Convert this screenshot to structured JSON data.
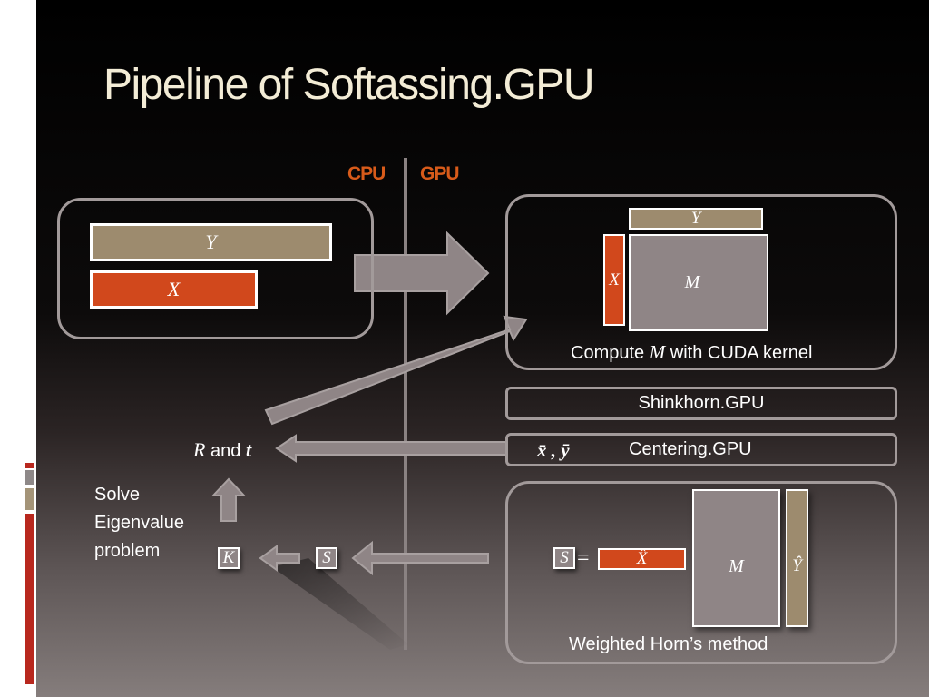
{
  "slide": {
    "title": "Pipeline of Softassing.GPU"
  },
  "divider": {
    "cpu_label": "CPU",
    "gpu_label": "GPU"
  },
  "input_panel": {
    "y_label": "Y",
    "x_label": "X"
  },
  "kernel_panel": {
    "y_label": "Y",
    "x_label": "X",
    "m_label": "M",
    "caption_prefix": "Compute ",
    "caption_var": "M",
    "caption_suffix": " with CUDA kernel"
  },
  "shinkhorn_bar": {
    "label": "Shinkhorn.GPU"
  },
  "centering_bar": {
    "vars": "x̄ , ȳ",
    "label": "Centering.GPU"
  },
  "result": {
    "r_var": "R",
    "and_text": " and ",
    "t_var": "t"
  },
  "solve": {
    "line1": "Solve",
    "line2": "Eigenvalue",
    "line3": "problem"
  },
  "cpu_boxes": {
    "k_label": "K",
    "s_label": "S"
  },
  "horn_panel": {
    "s_label": "S",
    "equals": "=",
    "xhat_label": "X̂",
    "m_label": "M",
    "yhat_label": "Ŷ",
    "caption": "Weighted Horn’s method"
  },
  "colors": {
    "background_top": "#000000",
    "background_bottom": "#857d7c",
    "title": "#f3ecd6",
    "cpu_gpu_label": "#d85b1a",
    "y_box": "#9d8b6e",
    "x_box": "#d1481c",
    "m_box": "#8f8586",
    "arrow": "#8f8586",
    "panel_border": "#a29a9a"
  }
}
